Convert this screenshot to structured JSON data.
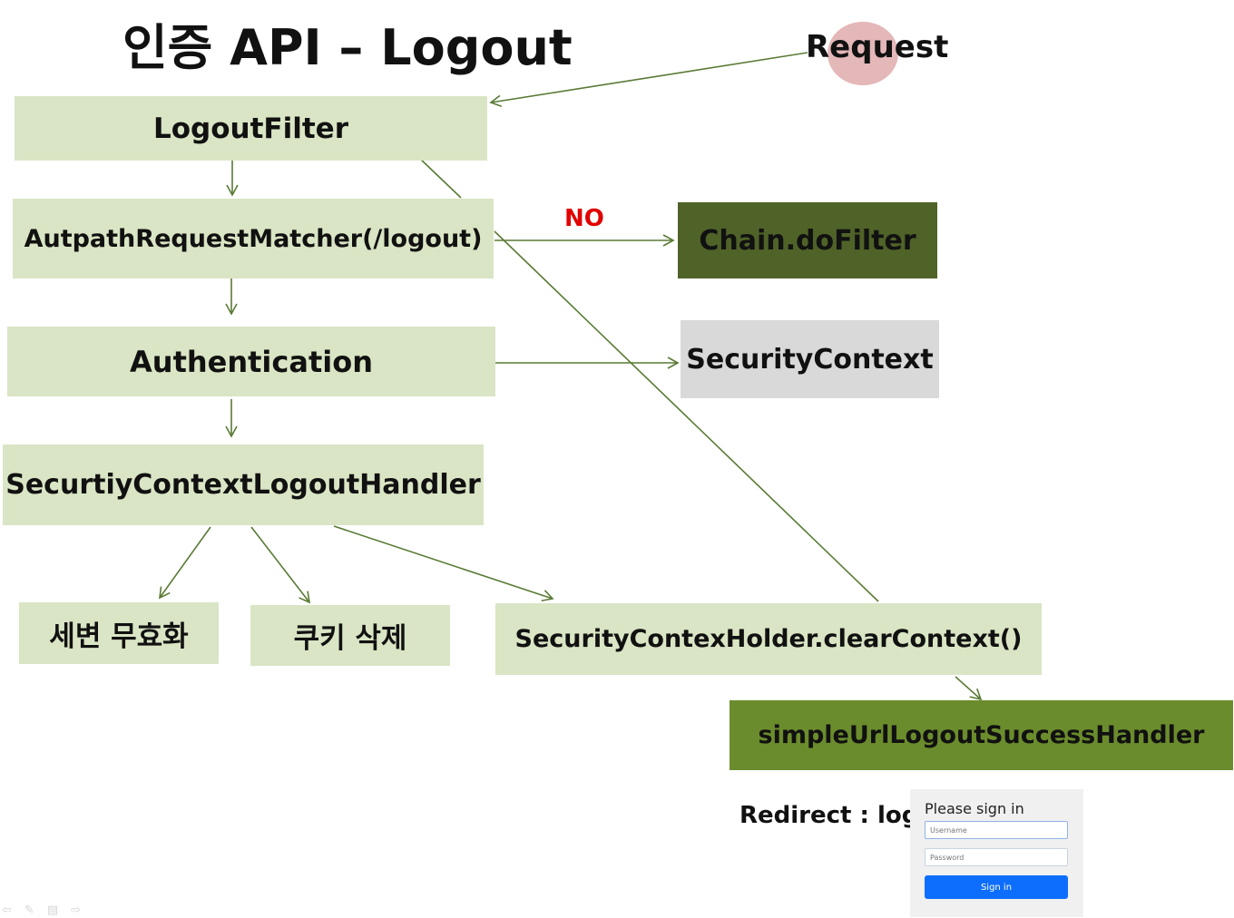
{
  "title": "인증 API – Logout",
  "request": {
    "label": "Request"
  },
  "boxes": {
    "logout_filter": "LogoutFilter",
    "path_matcher": "AutpathRequestMatcher(/logout)",
    "chain_dofilter": "Chain.doFilter",
    "authentication": "Authentication",
    "security_context": "SecurityContext",
    "logout_handler": "SecurtiyContextLogoutHandler",
    "session_invalidate": "세변 무효화",
    "cookie_delete": "쿠키 삭제",
    "clear_context": "SecurityContexHolder.clearContext()",
    "success_handler": "simpleUrlLogoutSuccessHandler"
  },
  "edge_labels": {
    "no": "NO"
  },
  "redirect": {
    "label": "Redirect : login"
  },
  "login_form": {
    "heading": "Please sign in",
    "username_placeholder": "Username",
    "password_placeholder": "Password",
    "button_label": "Sign in"
  },
  "colors": {
    "light_box": "#d9e5c4",
    "dark_box": "#4f6228",
    "olive_box": "#6b8c2c",
    "grey_box": "#d9d9d9",
    "arrow": "#5a7a35",
    "no_label": "#e00000",
    "request_dot": "#e4b7b9"
  }
}
